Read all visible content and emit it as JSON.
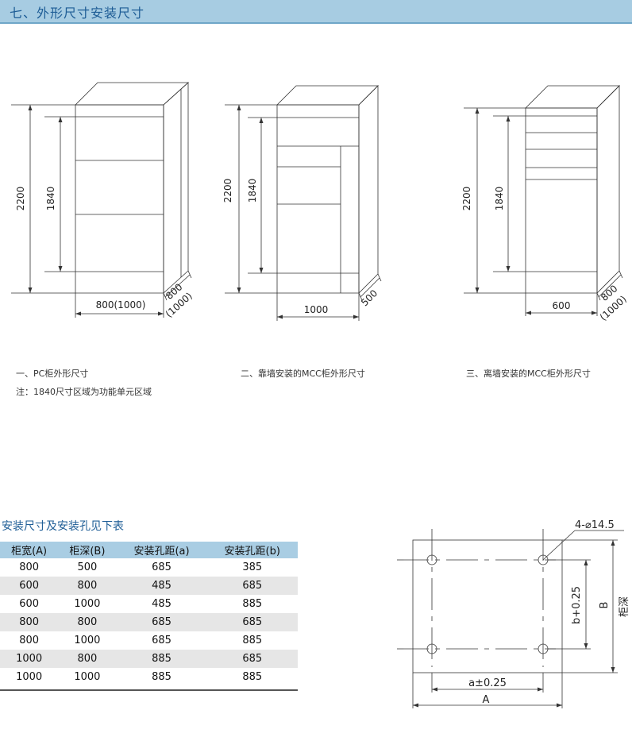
{
  "section": {
    "title": "七、外形尺寸安装尺寸"
  },
  "cabinets": [
    {
      "height": "2200",
      "func": "1840",
      "width": "800(1000)",
      "depth": "800",
      "depth_alt": "(1000)",
      "caption": "一、PC柜外形尺寸"
    },
    {
      "height": "2200",
      "func": "1840",
      "width": "1000",
      "depth": "500",
      "caption": "二、靠墙安装的MCC柜外形尺寸"
    },
    {
      "height": "2200",
      "func": "1840",
      "width": "600",
      "depth": "800",
      "depth_alt": "(1000)",
      "caption": "三、离墙安装的MCC柜外形尺寸"
    }
  ],
  "note": "注：1840尺寸区域为功能单元区域",
  "install": {
    "title": "安装尺寸及安装孔见下表",
    "columns": [
      "柜宽(A)",
      "柜深(B)",
      "安装孔距(a)",
      "安装孔距(b)"
    ],
    "rows": [
      [
        "800",
        "500",
        "685",
        "385"
      ],
      [
        "600",
        "800",
        "485",
        "685"
      ],
      [
        "600",
        "1000",
        "485",
        "885"
      ],
      [
        "800",
        "800",
        "685",
        "685"
      ],
      [
        "800",
        "1000",
        "685",
        "885"
      ],
      [
        "1000",
        "800",
        "885",
        "685"
      ],
      [
        "1000",
        "1000",
        "885",
        "885"
      ]
    ]
  },
  "plan": {
    "hole": "4-⌀14.5",
    "a": "a±0.25",
    "A": "A",
    "b": "b+0.25",
    "B": "B",
    "depth_label": "柜深"
  }
}
